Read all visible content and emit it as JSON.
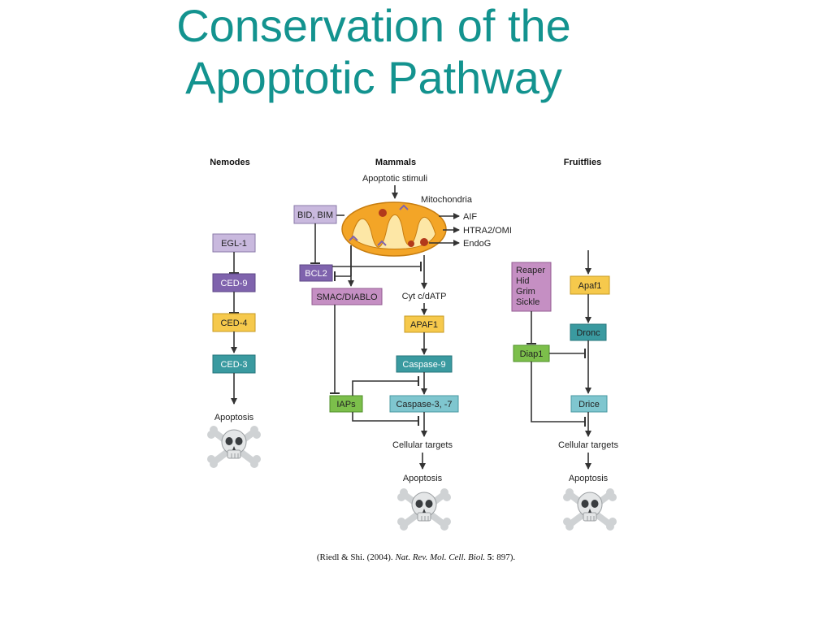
{
  "title": {
    "line1": "Conservation of the",
    "line2": "Apoptotic Pathway"
  },
  "columns": {
    "nemodes": "Nemodes",
    "mammals": "Mammals",
    "fruitflies": "Fruitflies"
  },
  "nemodes": {
    "egl1": "EGL-1",
    "ced9": "CED-9",
    "ced4": "CED-4",
    "ced3": "CED-3",
    "apoptosis": "Apoptosis"
  },
  "mammals": {
    "stimuli": "Apoptotic stimuli",
    "mitochondria": "Mitochondria",
    "aif": "AIF",
    "htra2": "HTRA2/OMI",
    "endog": "EndoG",
    "bid_bim": "BID, BIM",
    "bcl2": "BCL2",
    "smac": "SMAC/DIABLO",
    "cytc": "Cyt c/dATP",
    "apaf1": "APAF1",
    "caspase9": "Caspase-9",
    "iaps": "IAPs",
    "caspase37": "Caspase-3, -7",
    "cellular_targets": "Cellular targets",
    "apoptosis": "Apoptosis"
  },
  "fruitflies": {
    "reaper": "Reaper",
    "hid": "Hid",
    "grim": "Grim",
    "sickle": "Sickle",
    "apaf1": "Apaf1",
    "dronc": "Dronc",
    "diap1": "Diap1",
    "drice": "Drice",
    "cellular_targets": "Cellular targets",
    "apoptosis": "Apoptosis"
  },
  "citation": {
    "authors": "(Riedl & Shi. (2004). ",
    "journal": "Nat. Rev. Mol. Cell. Biol.",
    "volume": " 5",
    "pages": ": 897)."
  },
  "colors": {
    "title": "#13938f",
    "lilac": "#c9b9de",
    "purple": "#7f63ad",
    "yellow": "#f6c94c",
    "teal": "#3a9aa0",
    "light_teal": "#7fc6cf",
    "green": "#7cbf4b",
    "pink": "#c58fc3",
    "mito_orange": "#f3a527",
    "mito_cream": "#fde7a6"
  },
  "icons": [
    "skull-crossbones-icon",
    "mitochondrion-icon"
  ]
}
